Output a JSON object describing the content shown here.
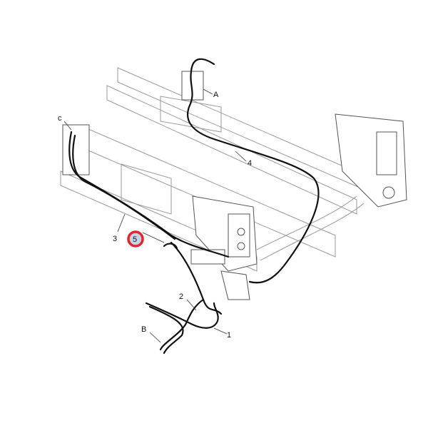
{
  "diagram": {
    "callouts": {
      "A": "A",
      "B": "B",
      "C": "c",
      "one": "1",
      "two": "2",
      "three": "3",
      "four": "4",
      "five": "5"
    },
    "highlighted_callout": "5",
    "colors": {
      "highlight_ring": "#e3262b",
      "highlight_fill": "#c9d3e6",
      "harness": "#111111",
      "frame": "#9a9a9a"
    }
  }
}
